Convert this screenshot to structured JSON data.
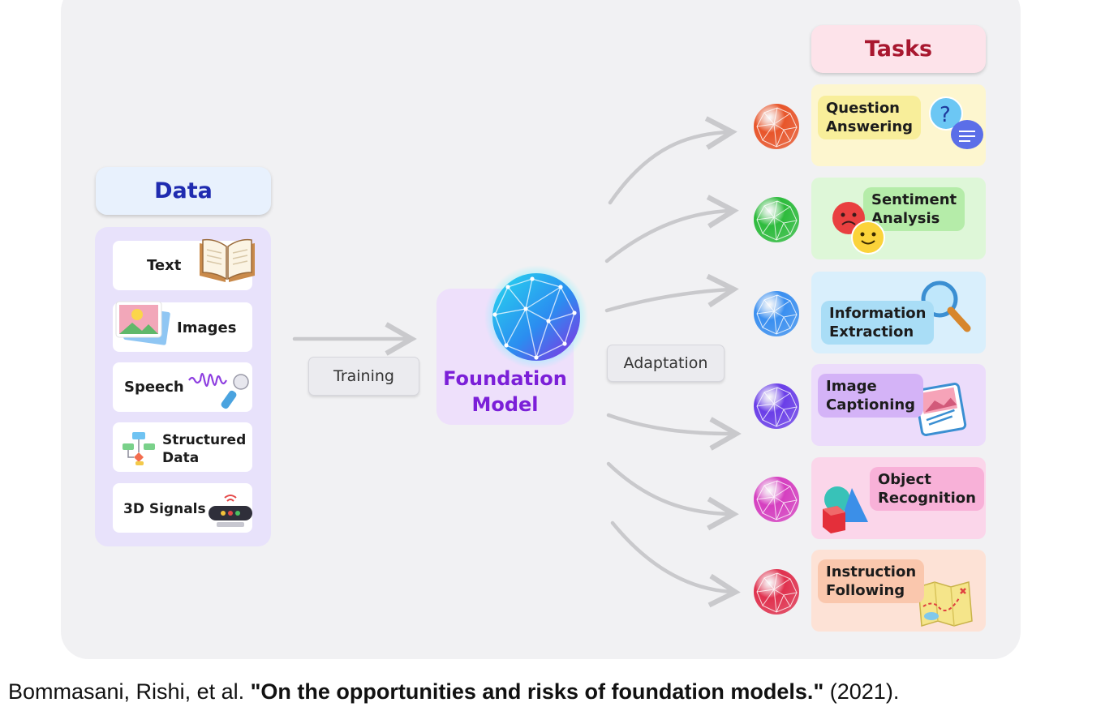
{
  "data": {
    "header": "Data",
    "items": [
      "Text",
      "Images",
      "Speech",
      "Structured Data",
      "3D Signals"
    ]
  },
  "training_label": "Training",
  "foundation_model": {
    "line1": "Foundation",
    "line2": "Model"
  },
  "adaptation_label": "Adaptation",
  "tasks": {
    "header": "Tasks",
    "items": [
      {
        "line1": "Question",
        "line2": "Answering",
        "color": "#fdf6cf",
        "sphere": "#e8552a"
      },
      {
        "line1": "Sentiment",
        "line2": "Analysis",
        "color": "#def7d8",
        "sphere": "#2dbb3c"
      },
      {
        "line1": "Information",
        "line2": "Extraction",
        "color": "#d9effc",
        "sphere": "#3a8ff0"
      },
      {
        "line1": "Image",
        "line2": "Captioning",
        "color": "#ecdcfb",
        "sphere": "#6a3ee8"
      },
      {
        "line1": "Object",
        "line2": "Recognition",
        "color": "#fbd6ea",
        "sphere": "#d53fc0"
      },
      {
        "line1": "Instruction",
        "line2": "Following",
        "color": "#fde2d6",
        "sphere": "#e0314e"
      }
    ]
  },
  "citation": {
    "authors": "Bommasani, Rishi, et al.",
    "title": "\"On the opportunities and risks of foundation models.\"",
    "year": "(2021)."
  }
}
